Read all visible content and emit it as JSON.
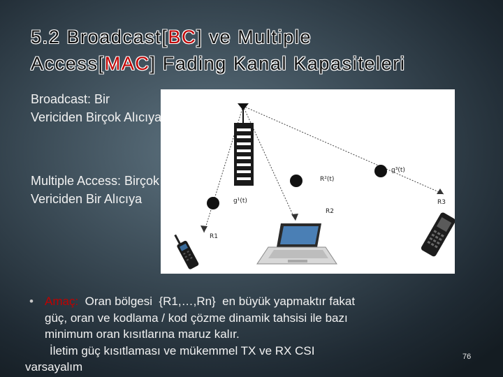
{
  "title": {
    "line1_pre": "5.2 Broadcast[",
    "line1_hl": "BC",
    "line1_post": "] ve Multiple",
    "line2_pre": "Access[",
    "line2_hl": "MAC",
    "line2_post": "] Fading Kanal Kapasiteleri"
  },
  "left": {
    "broadcast": "Broadcast: Bir Vericiden Birçok Alıcıya",
    "multiple_access": "Multiple Access: Birçok Vericiden Bir Alıcıya"
  },
  "figure": {
    "labels": {
      "g1": "g¹(t)",
      "g2": "R²(t)",
      "g3": "g³(t)",
      "r1": "R1",
      "r2": "R2",
      "r3": "R3"
    }
  },
  "bullet": {
    "symbol": "•",
    "label": "Amaç:",
    "line1": "  Oran bölgesi  {R1,…,Rn}  en büyük yapmaktır fakat",
    "line2": "güç, oran ve kodlama / kod çözme dinamik tahsisi ile bazı",
    "line3": "minimum oran kısıtlarına maruz kalır.",
    "line4": "İletim güç kısıtlaması ve mükemmel TX ve RX CSI",
    "line5": "varsayalım"
  },
  "page_number": "76",
  "colors": {
    "accent": "#c00000"
  }
}
